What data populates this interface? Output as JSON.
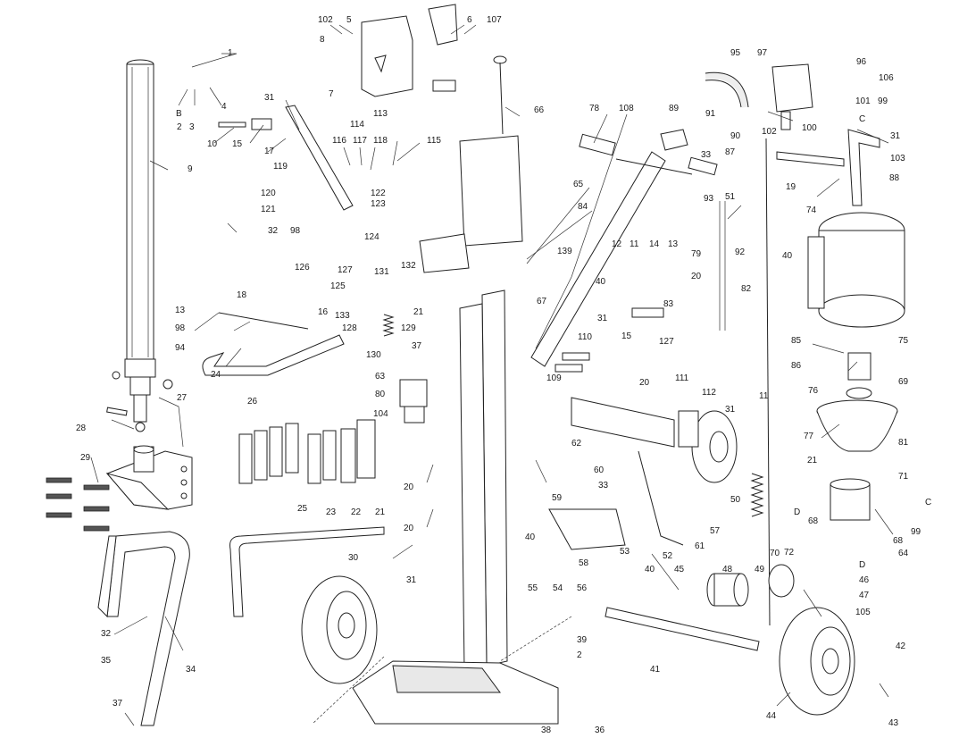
{
  "colors": {
    "line": "#222222",
    "background": "#ffffff"
  },
  "labels": [
    {
      "id": "l1",
      "text": "1"
    },
    {
      "id": "l2a",
      "text": "2"
    },
    {
      "id": "lB",
      "text": "B"
    },
    {
      "id": "l3",
      "text": "3"
    },
    {
      "id": "l4",
      "text": "4"
    },
    {
      "id": "l5",
      "text": "5"
    },
    {
      "id": "l6",
      "text": "6"
    },
    {
      "id": "l7",
      "text": "7"
    },
    {
      "id": "l8",
      "text": "8"
    },
    {
      "id": "l9",
      "text": "9"
    },
    {
      "id": "l10",
      "text": "10"
    },
    {
      "id": "l102a",
      "text": "102"
    },
    {
      "id": "l107",
      "text": "107"
    },
    {
      "id": "l66",
      "text": "66"
    },
    {
      "id": "l15a",
      "text": "15"
    },
    {
      "id": "l17",
      "text": "17"
    },
    {
      "id": "l31a",
      "text": "31"
    },
    {
      "id": "l113",
      "text": "113"
    },
    {
      "id": "l114",
      "text": "114"
    },
    {
      "id": "l115",
      "text": "115"
    },
    {
      "id": "l116",
      "text": "116"
    },
    {
      "id": "l117",
      "text": "117"
    },
    {
      "id": "l118",
      "text": "118"
    },
    {
      "id": "l119",
      "text": "119"
    },
    {
      "id": "l120",
      "text": "120"
    },
    {
      "id": "l121",
      "text": "121"
    },
    {
      "id": "l122",
      "text": "122"
    },
    {
      "id": "l123",
      "text": "123"
    },
    {
      "id": "l124",
      "text": "124"
    },
    {
      "id": "l32a",
      "text": "32"
    },
    {
      "id": "l98a",
      "text": "98"
    },
    {
      "id": "l126",
      "text": "126"
    },
    {
      "id": "l127a",
      "text": "127"
    },
    {
      "id": "l125",
      "text": "125"
    },
    {
      "id": "l131",
      "text": "131"
    },
    {
      "id": "l132",
      "text": "132"
    },
    {
      "id": "l18",
      "text": "18"
    },
    {
      "id": "l13a",
      "text": "13"
    },
    {
      "id": "l98b",
      "text": "98"
    },
    {
      "id": "l94",
      "text": "94"
    },
    {
      "id": "l16",
      "text": "16"
    },
    {
      "id": "l133",
      "text": "133"
    },
    {
      "id": "l128",
      "text": "128"
    },
    {
      "id": "l21a",
      "text": "21"
    },
    {
      "id": "l129",
      "text": "129"
    },
    {
      "id": "l37a",
      "text": "37"
    },
    {
      "id": "l130",
      "text": "130"
    },
    {
      "id": "l24",
      "text": "24"
    },
    {
      "id": "l63",
      "text": "63"
    },
    {
      "id": "l80",
      "text": "80"
    },
    {
      "id": "l104",
      "text": "104"
    },
    {
      "id": "l26",
      "text": "26"
    },
    {
      "id": "l27",
      "text": "27"
    },
    {
      "id": "l28",
      "text": "28"
    },
    {
      "id": "l29",
      "text": "29"
    },
    {
      "id": "l20a",
      "text": "20"
    },
    {
      "id": "l25",
      "text": "25"
    },
    {
      "id": "l23",
      "text": "23"
    },
    {
      "id": "l22",
      "text": "22"
    },
    {
      "id": "l21b",
      "text": "21"
    },
    {
      "id": "l20b",
      "text": "20"
    },
    {
      "id": "l30",
      "text": "30"
    },
    {
      "id": "l31b",
      "text": "31"
    },
    {
      "id": "l32b",
      "text": "32"
    },
    {
      "id": "l35",
      "text": "35"
    },
    {
      "id": "l34",
      "text": "34"
    },
    {
      "id": "l37b",
      "text": "37"
    },
    {
      "id": "l78",
      "text": "78"
    },
    {
      "id": "l108",
      "text": "108"
    },
    {
      "id": "l89",
      "text": "89"
    },
    {
      "id": "l65",
      "text": "65"
    },
    {
      "id": "l84",
      "text": "84"
    },
    {
      "id": "l139",
      "text": "139"
    },
    {
      "id": "l12",
      "text": "12"
    },
    {
      "id": "l11a",
      "text": "11"
    },
    {
      "id": "l14",
      "text": "14"
    },
    {
      "id": "l13b",
      "text": "13"
    },
    {
      "id": "l20c",
      "text": "20"
    },
    {
      "id": "l40a",
      "text": "40"
    },
    {
      "id": "l67",
      "text": "67"
    },
    {
      "id": "l31c",
      "text": "31"
    },
    {
      "id": "l83",
      "text": "83"
    },
    {
      "id": "l15b",
      "text": "15"
    },
    {
      "id": "l127b",
      "text": "127"
    },
    {
      "id": "l110",
      "text": "110"
    },
    {
      "id": "l109",
      "text": "109"
    },
    {
      "id": "l111",
      "text": "111"
    },
    {
      "id": "l20d",
      "text": "20"
    },
    {
      "id": "l112",
      "text": "112"
    },
    {
      "id": "l31d",
      "text": "31"
    },
    {
      "id": "l11b",
      "text": "11"
    },
    {
      "id": "l62",
      "text": "62"
    },
    {
      "id": "l60",
      "text": "60"
    },
    {
      "id": "l33a",
      "text": "33"
    },
    {
      "id": "l59",
      "text": "59"
    },
    {
      "id": "l57",
      "text": "57"
    },
    {
      "id": "l40b",
      "text": "40"
    },
    {
      "id": "l58",
      "text": "58"
    },
    {
      "id": "l53",
      "text": "53"
    },
    {
      "id": "l52",
      "text": "52"
    },
    {
      "id": "l61",
      "text": "61"
    },
    {
      "id": "l55",
      "text": "55"
    },
    {
      "id": "l54",
      "text": "54"
    },
    {
      "id": "l56",
      "text": "56"
    },
    {
      "id": "l40c",
      "text": "40"
    },
    {
      "id": "l45",
      "text": "45"
    },
    {
      "id": "l48",
      "text": "48"
    },
    {
      "id": "l49",
      "text": "49"
    },
    {
      "id": "l72",
      "text": "72"
    },
    {
      "id": "l39",
      "text": "39"
    },
    {
      "id": "l2b",
      "text": "2"
    },
    {
      "id": "l41",
      "text": "41"
    },
    {
      "id": "l38",
      "text": "38"
    },
    {
      "id": "l36",
      "text": "36"
    },
    {
      "id": "l95",
      "text": "95"
    },
    {
      "id": "l97",
      "text": "97"
    },
    {
      "id": "l96",
      "text": "96"
    },
    {
      "id": "l106",
      "text": "106"
    },
    {
      "id": "l91",
      "text": "91"
    },
    {
      "id": "l101",
      "text": "101"
    },
    {
      "id": "l99a",
      "text": "99"
    },
    {
      "id": "lCa",
      "text": "C"
    },
    {
      "id": "l90",
      "text": "90"
    },
    {
      "id": "l102b",
      "text": "102"
    },
    {
      "id": "l100",
      "text": "100"
    },
    {
      "id": "l31e",
      "text": "31"
    },
    {
      "id": "l103",
      "text": "103"
    },
    {
      "id": "l87",
      "text": "87"
    },
    {
      "id": "l33b",
      "text": "33"
    },
    {
      "id": "l19",
      "text": "19"
    },
    {
      "id": "l88",
      "text": "88"
    },
    {
      "id": "l51",
      "text": "51"
    },
    {
      "id": "l74",
      "text": "74"
    },
    {
      "id": "l93",
      "text": "93"
    },
    {
      "id": "l79",
      "text": "79"
    },
    {
      "id": "l92",
      "text": "92"
    },
    {
      "id": "l40d",
      "text": "40"
    },
    {
      "id": "l82",
      "text": "82"
    },
    {
      "id": "l85",
      "text": "85"
    },
    {
      "id": "l86",
      "text": "86"
    },
    {
      "id": "l75",
      "text": "75"
    },
    {
      "id": "l76",
      "text": "76"
    },
    {
      "id": "l69",
      "text": "69"
    },
    {
      "id": "l77",
      "text": "77"
    },
    {
      "id": "l81",
      "text": "81"
    },
    {
      "id": "l21c",
      "text": "21"
    },
    {
      "id": "l50",
      "text": "50"
    },
    {
      "id": "l71",
      "text": "71"
    },
    {
      "id": "lDa",
      "text": "D"
    },
    {
      "id": "l68a",
      "text": "68"
    },
    {
      "id": "l68b",
      "text": "68"
    },
    {
      "id": "lCb",
      "text": "C"
    },
    {
      "id": "l99b",
      "text": "99"
    },
    {
      "id": "l70",
      "text": "70"
    },
    {
      "id": "l64",
      "text": "64"
    },
    {
      "id": "l46",
      "text": "46"
    },
    {
      "id": "lDb",
      "text": "D"
    },
    {
      "id": "l47",
      "text": "47"
    },
    {
      "id": "l105",
      "text": "105"
    },
    {
      "id": "l42",
      "text": "42"
    },
    {
      "id": "l43",
      "text": "43"
    },
    {
      "id": "l44",
      "text": "44"
    }
  ]
}
